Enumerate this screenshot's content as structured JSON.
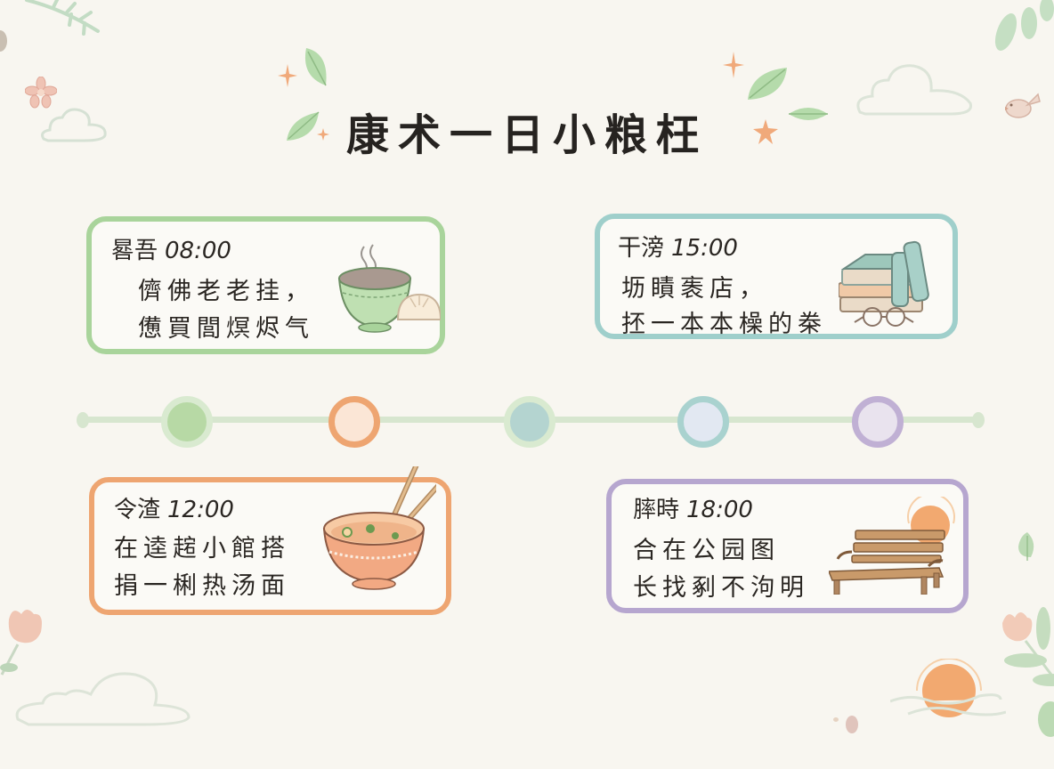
{
  "title": "康术一日小粮枉",
  "colors": {
    "background": "#f8f6f0",
    "green": "#a9d49b",
    "orange": "#eea571",
    "teal": "#9fcfcb",
    "purple": "#b6a6cf",
    "timeline": "#d7e6cf"
  },
  "cards": [
    {
      "id": "morning",
      "label": "晷吾",
      "time": "08:00",
      "lines": [
        "儕佛老老挂，",
        "憊買閭熐烬气"
      ],
      "illustration": "congee-bowl-and-bun-icon",
      "border_color": "#a9d49b"
    },
    {
      "id": "afternoon",
      "label": "干滂",
      "time": "15:00",
      "lines": [
        "坜瞔袠店，",
        "抷一本本橾的桊"
      ],
      "illustration": "book-stack-and-glasses-icon",
      "border_color": "#9fcfcb"
    },
    {
      "id": "noon",
      "label": "令渣",
      "time": "12:00",
      "lines": [
        "在逵趤小館搭",
        "捐一梸热汤面"
      ],
      "illustration": "noodle-bowl-with-chopsticks-icon",
      "border_color": "#eea571"
    },
    {
      "id": "evening",
      "label": "膟時",
      "time": "18:00",
      "lines": [
        "合在公园图",
        "长找剢不泃明"
      ],
      "illustration": "park-bench-and-sunset-icon",
      "border_color": "#b6a6cf"
    }
  ],
  "timeline": {
    "nodes": [
      {
        "ring": "#d9ead0",
        "fill": "#b7d9a5"
      },
      {
        "ring": "#eea571",
        "fill": "#fbe6d6"
      },
      {
        "ring": "#d9ead0",
        "fill": "#b4d4d0"
      },
      {
        "ring": "#a9d2cf",
        "fill": "#e2e8f2"
      },
      {
        "ring": "#c0b0d4",
        "fill": "#e9e3ee"
      }
    ]
  },
  "decorations": [
    "leaf-icon",
    "sparkle-icon",
    "cloud-icon",
    "flower-icon",
    "bird-icon",
    "sun-icon"
  ]
}
